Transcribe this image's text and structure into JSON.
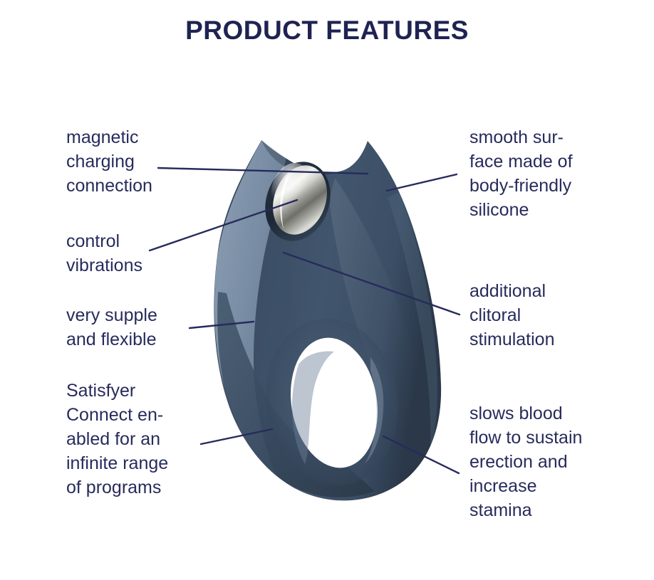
{
  "page": {
    "title": "PRODUCT FEATURES",
    "background_color": "#ffffff",
    "text_color": "#272b5c",
    "title_color": "#1e2352",
    "leader_line_color": "#272b5c"
  },
  "product": {
    "name": "vibrating ring",
    "body_color": "#3d5169",
    "body_color_light": "#7c90a8",
    "body_color_dark": "#2e3d4f",
    "button_color": "#b9b9b4",
    "button_highlight": "#f2f2ee",
    "button_shadow": "#6a6a66"
  },
  "features": {
    "left": [
      {
        "id": "magnetic-charging",
        "text": "magnetic\ncharging\nconnection"
      },
      {
        "id": "control-vibrations",
        "text": "control\nvibrations"
      },
      {
        "id": "supple-flexible",
        "text": "very supple\nand flexible"
      },
      {
        "id": "satisfyer-connect",
        "text": "Satisfyer\nConnect en-\nabled for an\ninfinite range\nof programs"
      }
    ],
    "right": [
      {
        "id": "smooth-surface",
        "text": "smooth sur-\nface made of\nbody-friendly\nsilicone"
      },
      {
        "id": "clitoral-stimulation",
        "text": "additional\nclitoral\nstimulation"
      },
      {
        "id": "blood-flow",
        "text": "slows blood\nflow to sustain\nerection and\nincrease\nstamina"
      }
    ]
  }
}
